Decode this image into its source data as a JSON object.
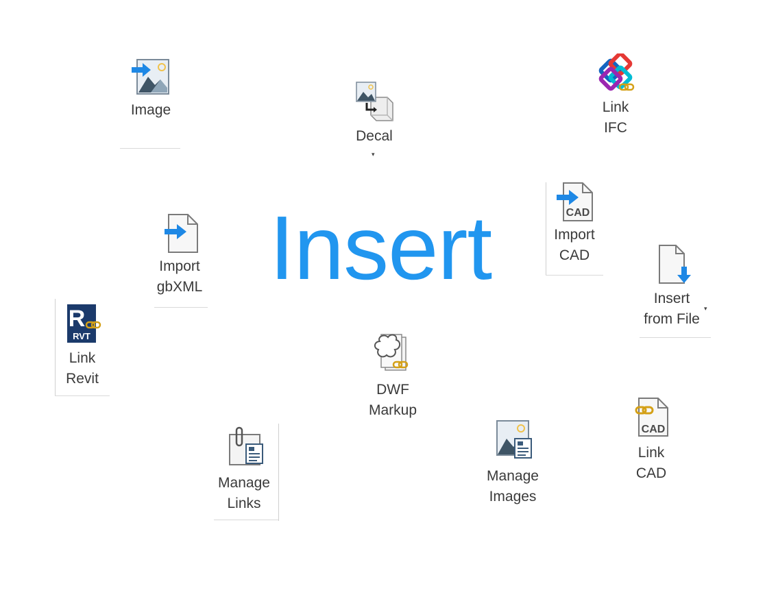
{
  "ribbon": {
    "title": "Insert",
    "tools": {
      "image": {
        "label": "Image"
      },
      "decal": {
        "label": "Decal"
      },
      "link_ifc": {
        "label1": "Link",
        "label2": "IFC"
      },
      "import_cad": {
        "label1": "Import",
        "label2": "CAD"
      },
      "insert_from_file": {
        "label1": "Insert",
        "label2": "from File"
      },
      "import_gbxml": {
        "label1": "Import",
        "label2": "gbXML"
      },
      "link_revit": {
        "label1": "Link",
        "label2": "Revit",
        "badge": "RVT"
      },
      "dwf_markup": {
        "label1": "DWF",
        "label2": "Markup"
      },
      "manage_links": {
        "label1": "Manage",
        "label2": "Links"
      },
      "manage_images": {
        "label1": "Manage",
        "label2": "Images"
      },
      "link_cad": {
        "label1": "Link",
        "label2": "CAD"
      }
    },
    "badges": {
      "cad": "CAD"
    },
    "colors": {
      "accent": "#2196ef",
      "arrow": "#1e88e5",
      "chain": "#d4a017",
      "paper": "#f4f4f4"
    }
  }
}
